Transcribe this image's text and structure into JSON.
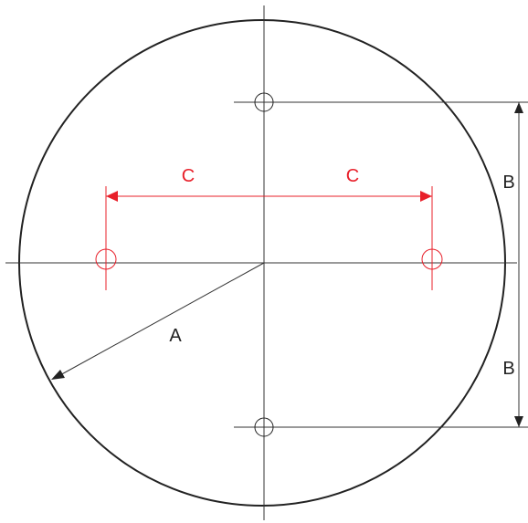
{
  "labels": {
    "radius": "A",
    "vertical_offset_top": "B",
    "vertical_offset_bottom": "B",
    "horizontal_offset_left": "C",
    "horizontal_offset_right": "C"
  },
  "colors": {
    "line": "#333333",
    "outline": "#222222",
    "accent": "#e8202a",
    "background": "#ffffff"
  }
}
